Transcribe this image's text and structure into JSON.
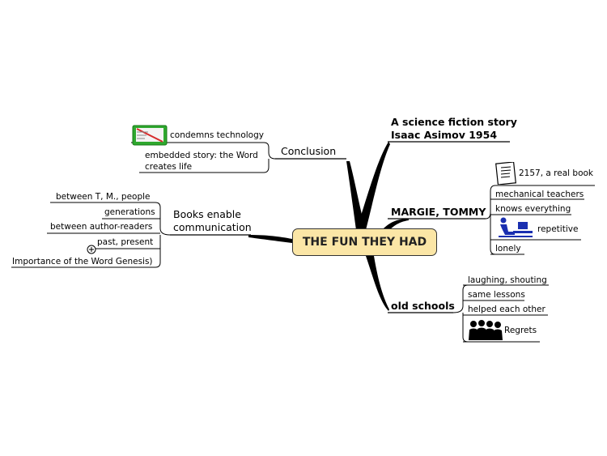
{
  "central": {
    "label": "THE FUN THEY HAD"
  },
  "branches": {
    "intro": {
      "line1": "A science fiction story",
      "line2": "Isaac Asimov 1954"
    },
    "characters": {
      "label": "MARGIE, TOMMY",
      "items": [
        "2157, a real book",
        "mechanical teachers",
        "knows everything",
        "repetitive",
        "lonely"
      ]
    },
    "old_schools": {
      "label": "old schools",
      "items": [
        "laughing, shouting",
        "same lessons",
        "helped each other",
        "Regrets"
      ]
    },
    "conclusion": {
      "label": "Conclusion",
      "items": [
        "condemns technology",
        "embedded story: the Word",
        "creates life"
      ]
    },
    "books": {
      "line1": "Books enable",
      "line2": "communication",
      "items": [
        "between T, M., people",
        "generations",
        "between author-readers",
        "past, present",
        "Importance of the Word Genesis)"
      ]
    }
  },
  "icons": {
    "book": "open-book-icon",
    "document": "document-icon",
    "computer": "person-at-computer-icon",
    "crowd": "crowd-icon",
    "expand": "expand-plus-icon"
  },
  "colors": {
    "central_fill": "#fbe6a6",
    "line": "#000000"
  }
}
